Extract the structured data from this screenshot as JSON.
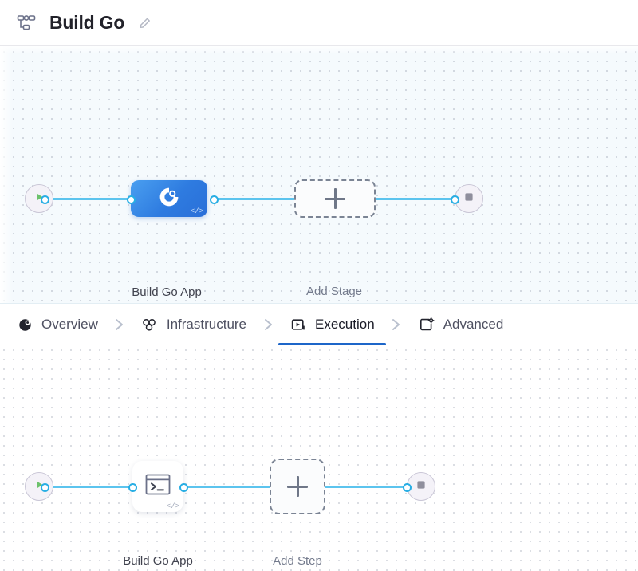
{
  "header": {
    "icon": "pipeline-icon",
    "title": "Build Go",
    "edit_icon": "pencil-icon"
  },
  "tabs": [
    {
      "id": "overview",
      "label": "Overview",
      "icon": "overview-icon",
      "active": false
    },
    {
      "id": "infrastructure",
      "label": "Infrastructure",
      "icon": "infrastructure-icon",
      "active": false
    },
    {
      "id": "execution",
      "label": "Execution",
      "icon": "execution-icon",
      "active": true
    },
    {
      "id": "advanced",
      "label": "Advanced",
      "icon": "advanced-icon",
      "active": false
    }
  ],
  "tab_separator_icon": "chevron-right-icon",
  "stage_canvas": {
    "start_node": {
      "name": "pipeline-start-node",
      "icon": "play-icon"
    },
    "end_node": {
      "name": "pipeline-end-node",
      "icon": "stop-icon"
    },
    "stage": {
      "label": "Build Go App",
      "icon": "build-stage-icon",
      "badge": "</>"
    },
    "add_stage": {
      "label": "Add Stage",
      "icon": "plus-icon"
    }
  },
  "step_canvas": {
    "start_node": {
      "name": "execution-start-node",
      "icon": "play-icon"
    },
    "end_node": {
      "name": "execution-end-node",
      "icon": "stop-icon"
    },
    "step": {
      "label": "Build Go App",
      "icon": "terminal-icon",
      "badge": "</>"
    },
    "add_step": {
      "label": "Add Step",
      "icon": "plus-icon"
    }
  },
  "colors": {
    "accent_blue": "#1d66c9",
    "edge_blue": "#5cc4ee",
    "port_blue": "#28aee4",
    "stage_blue": "#2e7be0",
    "play_green": "#6cc26c",
    "stop_gray": "#8f8f9d",
    "stage_canvas_bg": "#f5fafd",
    "step_canvas_bg": "#ffffff"
  }
}
